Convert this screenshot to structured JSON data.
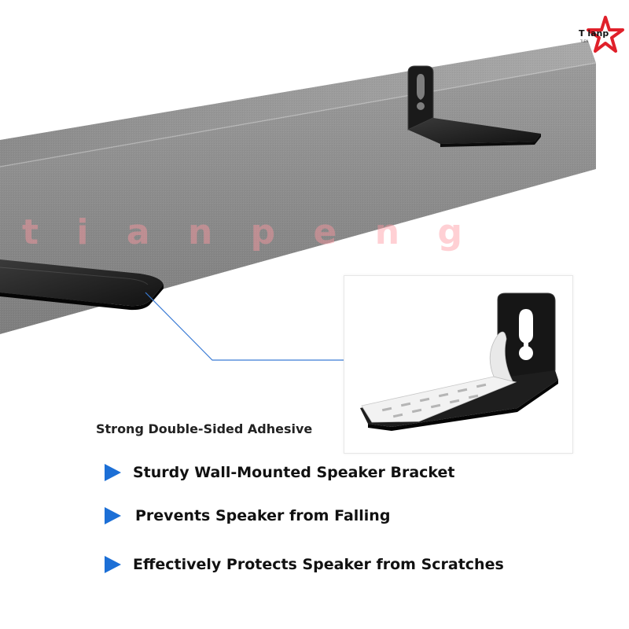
{
  "brand": {
    "logo_text": "T ianp",
    "logo_subtext": "TLEN",
    "star_color": "#e0202a"
  },
  "watermark": {
    "letters": [
      "t",
      "i",
      "a",
      "n",
      "p",
      "e",
      "n",
      "g"
    ],
    "color": "#ff96a0"
  },
  "callout": {
    "label": "Strong Double-Sided Adhesive",
    "line_color": "#3a7bd5"
  },
  "features": {
    "bullet_color": "#1c6fd6",
    "items": [
      "Sturdy Wall-Mounted Speaker Bracket",
      "Prevents Speaker from Falling",
      "Effectively Protects Speaker from Scratches"
    ]
  }
}
